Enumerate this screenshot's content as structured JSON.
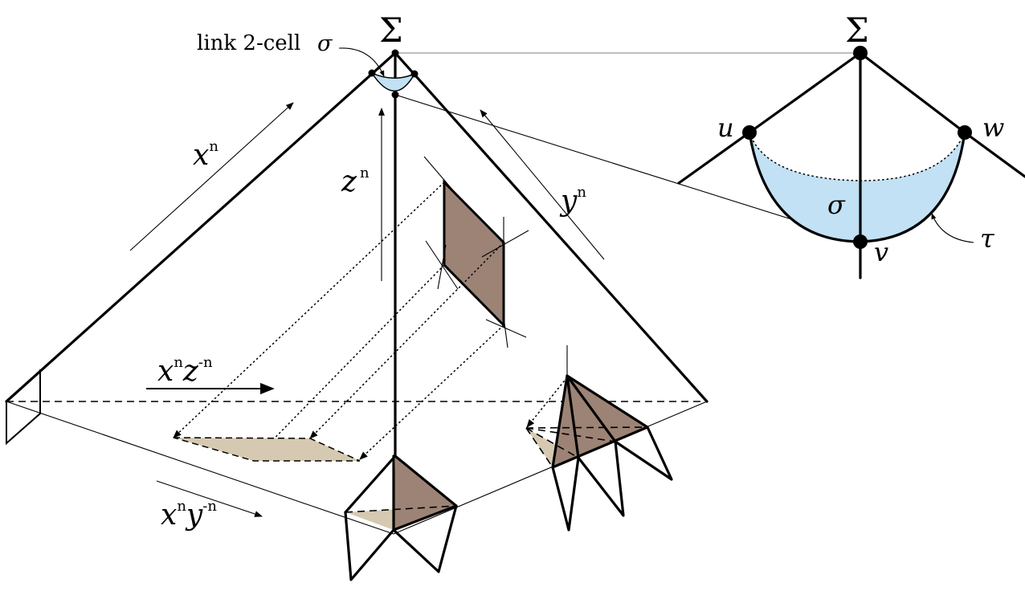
{
  "labels": {
    "sigma_top_left": "Σ",
    "sigma_top_right": "Σ",
    "link_2_cell": "link 2-cell",
    "sigma_cell": "σ",
    "x_n_base": "x",
    "x_n_exp": "n",
    "z_n_base": "z",
    "z_n_exp": "n",
    "y_n_base": "y",
    "y_n_exp": "n",
    "xz_x": "x",
    "xz_n": "n",
    "xz_z": "z",
    "xz_neg": "-n",
    "xy_x": "x",
    "xy_n": "n",
    "xy_y": "y",
    "xy_neg": "-n",
    "u": "u",
    "w": "w",
    "v": "v",
    "sigma_inset": "σ",
    "tau": "τ"
  },
  "colors": {
    "link_cell_fill": "#c2e1f4",
    "dark_cell_fill": "#9c8375",
    "light_cell_fill": "#d6c9b1",
    "line": "#000000"
  }
}
